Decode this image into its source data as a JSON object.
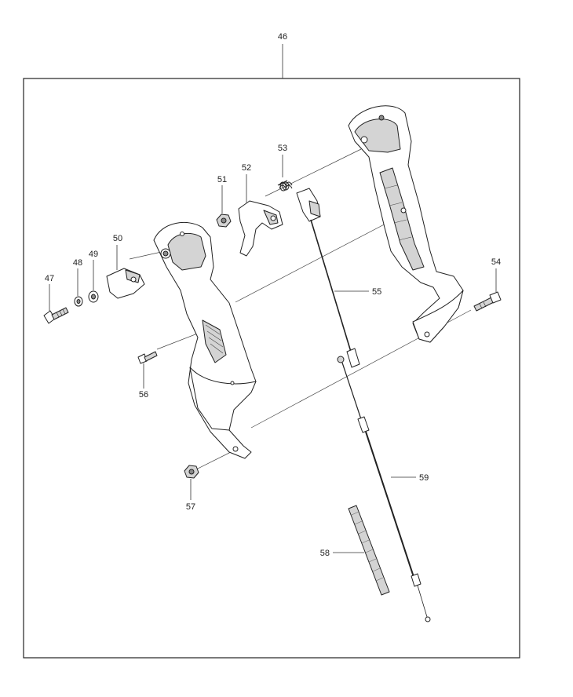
{
  "diagram": {
    "labels": {
      "p46": "46",
      "p47": "47",
      "p48": "48",
      "p49": "49",
      "p50": "50",
      "p51": "51",
      "p52": "52",
      "p53": "53",
      "p54": "54",
      "p55": "55",
      "p56": "56",
      "p57": "57",
      "p58": "58",
      "p59": "59"
    }
  }
}
